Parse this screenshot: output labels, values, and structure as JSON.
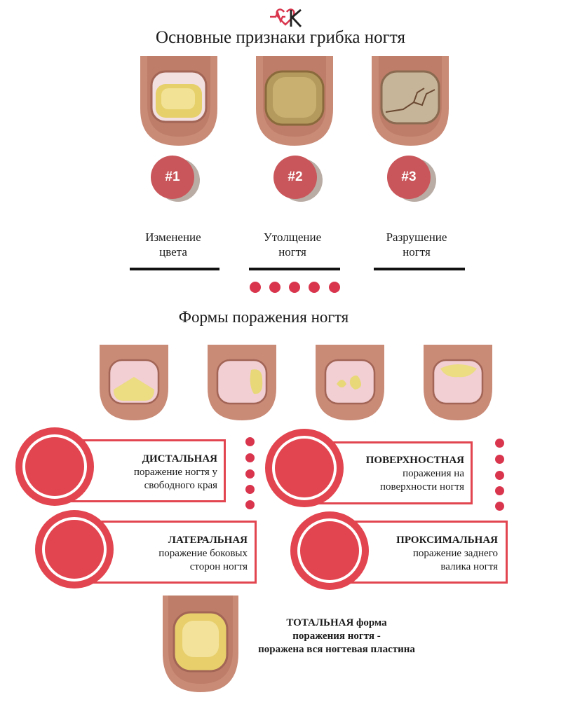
{
  "header": {
    "title": "Основные признаки грибка ногтя"
  },
  "signs": [
    {
      "badge": "#1",
      "line1": "Изменение",
      "line2": "цвета"
    },
    {
      "badge": "#2",
      "line1": "Утолщение",
      "line2": "ногтя"
    },
    {
      "badge": "#3",
      "line1": "Разрушение",
      "line2": "ногтя"
    }
  ],
  "forms_section": {
    "title": "Формы поражения ногтя"
  },
  "forms": [
    {
      "name": "ДИСТАЛЬНАЯ",
      "line1": "поражение ногтя у",
      "line2": "свободного края"
    },
    {
      "name": "ПОВЕРХНОСТНАЯ",
      "line1": "поражения на",
      "line2": "поверхности ногтя"
    },
    {
      "name": "ЛАТЕРАЛЬНАЯ",
      "line1": "поражение боковых",
      "line2": "сторон ногтя"
    },
    {
      "name": "ПРОКСИМАЛЬНАЯ",
      "line1": "поражение заднего",
      "line2": "валика  ногтя"
    }
  ],
  "total": {
    "line1": "ТОТАЛЬНАЯ форма",
    "line2": "поражения ногтя -",
    "line3": "поражена вся ногтевая пластина"
  },
  "colors": {
    "accent": "#e2454f",
    "dots": "#d9364e",
    "badge": "#c9565a",
    "skin": "#c98a76"
  }
}
